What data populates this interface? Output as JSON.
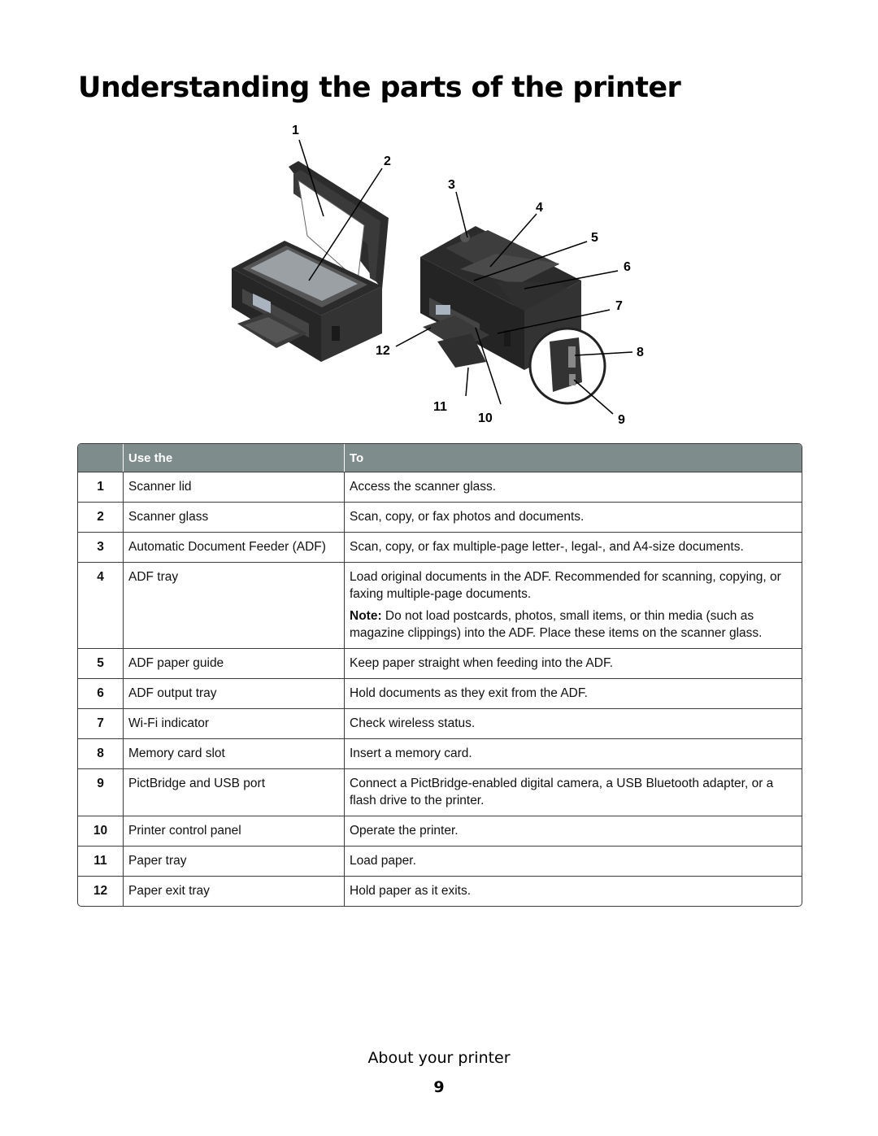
{
  "page": {
    "title": "Understanding the parts of the printer"
  },
  "illustration": {
    "callouts": [
      "1",
      "2",
      "3",
      "4",
      "5",
      "6",
      "7",
      "8",
      "9",
      "10",
      "11",
      "12"
    ]
  },
  "table": {
    "headers": {
      "num": "",
      "use": "Use the",
      "to": "To"
    },
    "rows": [
      {
        "num": "1",
        "use": "Scanner lid",
        "to": "Access the scanner glass."
      },
      {
        "num": "2",
        "use": "Scanner glass",
        "to": "Scan, copy, or fax photos and documents."
      },
      {
        "num": "3",
        "use": "Automatic Document Feeder (ADF)",
        "to": "Scan, copy, or fax multiple-page letter-, legal-, and A4-size documents."
      },
      {
        "num": "4",
        "use": "ADF tray",
        "to": "Load original documents in the ADF. Recommended for scanning, copying, or faxing multiple-page documents.",
        "note_label": "Note:",
        "note": " Do not load postcards, photos, small items, or thin media (such as magazine clippings) into the ADF. Place these items on the scanner glass."
      },
      {
        "num": "5",
        "use": "ADF paper guide",
        "to": "Keep paper straight when feeding into the ADF."
      },
      {
        "num": "6",
        "use": "ADF output tray",
        "to": "Hold documents as they exit from the ADF."
      },
      {
        "num": "7",
        "use": "Wi-Fi indicator",
        "to": "Check wireless status."
      },
      {
        "num": "8",
        "use": "Memory card slot",
        "to": "Insert a memory card."
      },
      {
        "num": "9",
        "use": "PictBridge and USB port",
        "to": "Connect a PictBridge-enabled digital camera, a USB Bluetooth adapter, or a flash drive to the printer."
      },
      {
        "num": "10",
        "use": "Printer control panel",
        "to": "Operate the printer."
      },
      {
        "num": "11",
        "use": "Paper tray",
        "to": "Load paper."
      },
      {
        "num": "12",
        "use": "Paper exit tray",
        "to": "Hold paper as it exits."
      }
    ]
  },
  "footer": {
    "section": "About your printer",
    "page_number": "9"
  }
}
